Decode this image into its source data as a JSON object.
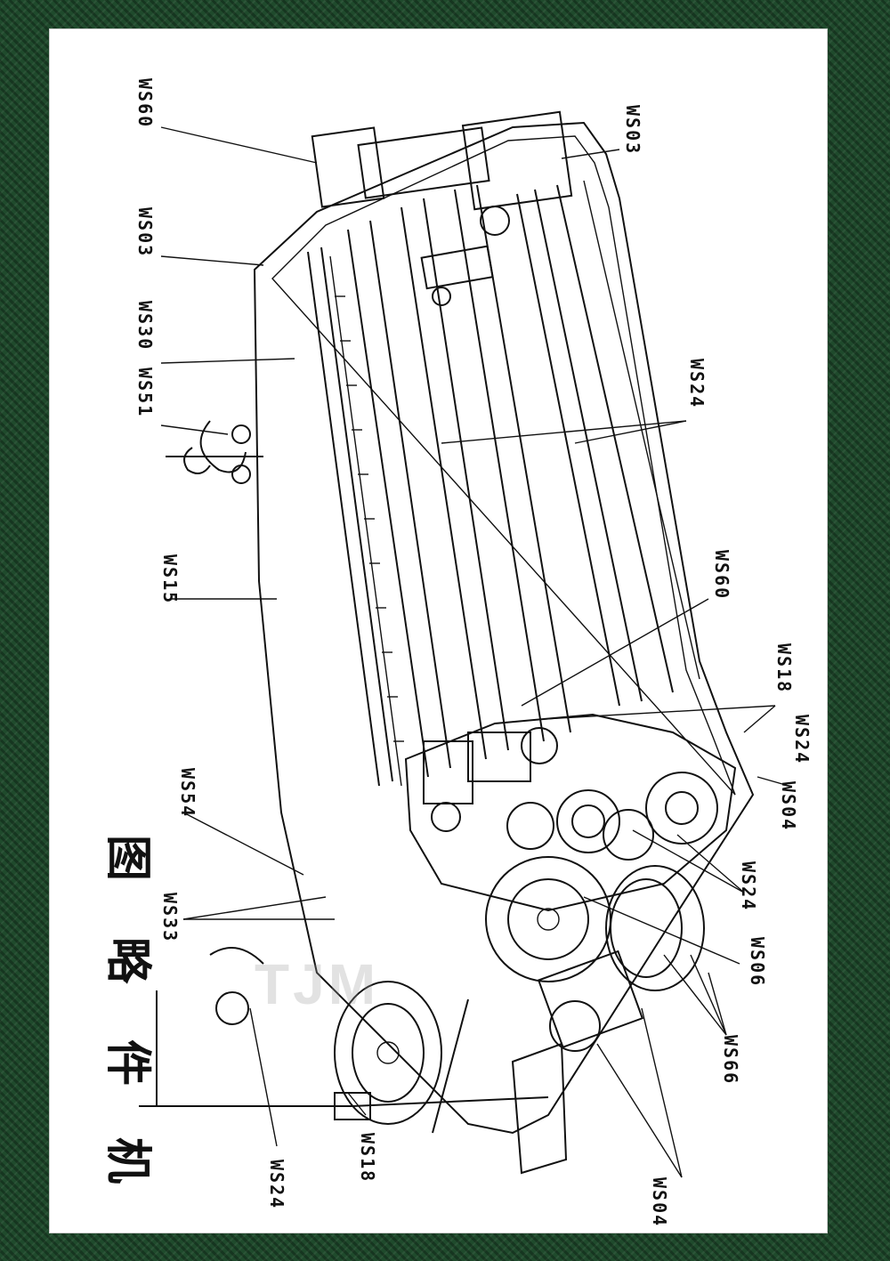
{
  "title": "机件略图",
  "watermark": "TJM",
  "labels": {
    "left": [
      "WS60",
      "WS03",
      "WS30",
      "WS51",
      "WS15",
      "WS54",
      "WS33",
      "WS18",
      "WS24"
    ],
    "right": [
      "WS03",
      "WS24",
      "WS60",
      "WS18",
      "WS24",
      "WS04",
      "WS24",
      "WS06",
      "WS66",
      "WS04"
    ]
  }
}
